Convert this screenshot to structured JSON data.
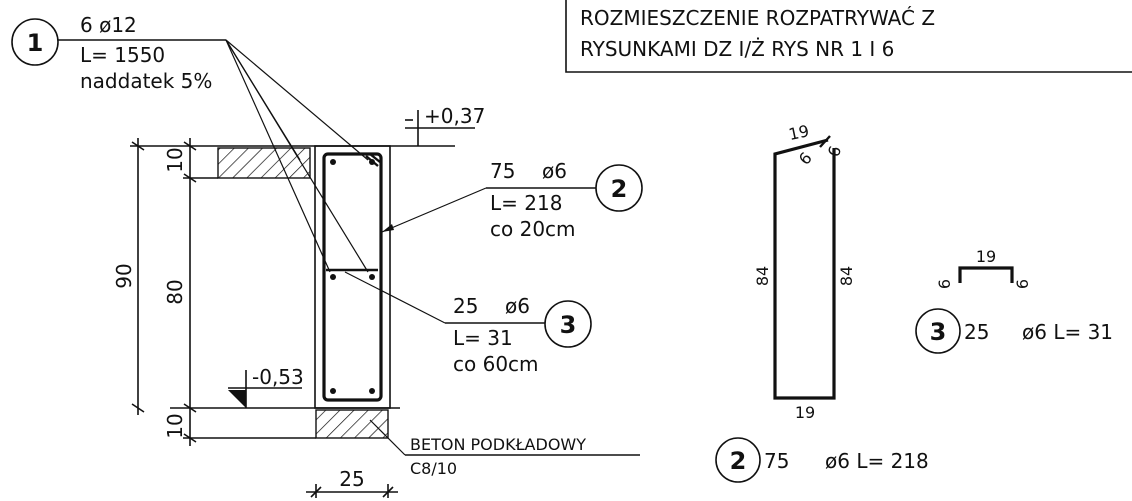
{
  "note": {
    "line1": "ROZMIESZCZENIE ROZPATRYWAĆ Z",
    "line2": "RYSUNKAMI DZ I/Ż RYS NR 1 I 6"
  },
  "bar1": {
    "mark": "1",
    "spec": "6 ø12",
    "length": "L= 1550",
    "extra": "naddatek 5%"
  },
  "bar2": {
    "mark": "2",
    "spec_count": "75",
    "spec_dia": "ø6",
    "length": "L= 218",
    "spacing": "co 20cm",
    "schedule_count": "75",
    "schedule_rest": "ø6 L= 218"
  },
  "bar3": {
    "mark": "3",
    "spec_count": "25",
    "spec_dia": "ø6",
    "length": "L= 31",
    "spacing": "co 60cm",
    "schedule_count": "25",
    "schedule_rest": "ø6 L= 31"
  },
  "levels": {
    "top": "+0,37",
    "bottom": "-0,53"
  },
  "dims": {
    "total_height": "90",
    "top_slab": "10",
    "beam_height": "80",
    "bottom_layer": "10",
    "width": "25"
  },
  "concrete": {
    "label": "BETON PODKŁADOWY",
    "class": "C8/10"
  },
  "stirrup_shape": {
    "top": "19",
    "hook_a": "6",
    "hook_b": "6",
    "left": "84",
    "right": "84",
    "bottom": "19"
  },
  "tie_shape": {
    "top": "19",
    "left": "6",
    "right": "6"
  }
}
